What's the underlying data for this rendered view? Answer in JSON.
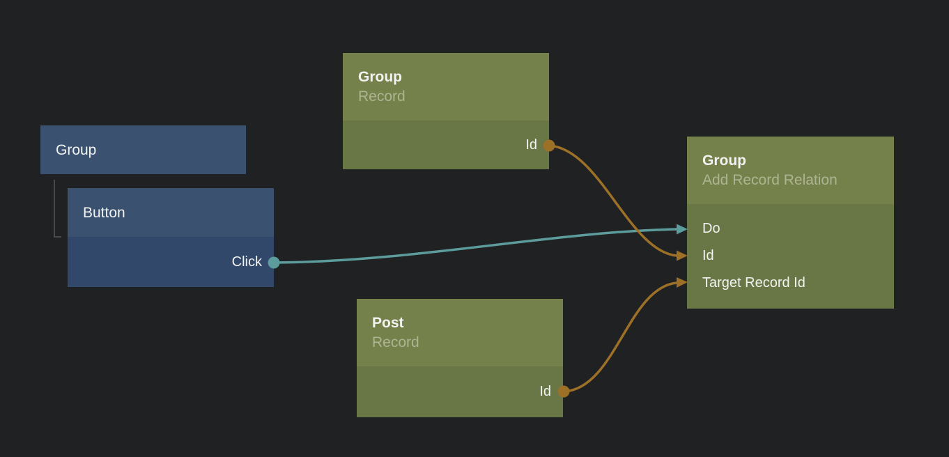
{
  "colors": {
    "background": "#202123",
    "blue_header": "#3a5170",
    "blue_body": "#31486a",
    "green_header": "#75814a",
    "green_body": "#697645",
    "teal": "#5d9c9c",
    "orange": "#9d7027",
    "tree_line": "#49494b",
    "title_text": "#f2f3f1",
    "subtitle_text": "#adb492"
  },
  "nodes": {
    "group": {
      "title": "Group"
    },
    "button": {
      "title": "Button",
      "outputs": {
        "click": "Click"
      }
    },
    "group_record": {
      "title": "Group",
      "subtitle": "Record",
      "outputs": {
        "id": "Id"
      }
    },
    "post_record": {
      "title": "Post",
      "subtitle": "Record",
      "outputs": {
        "id": "Id"
      }
    },
    "add_record_relation": {
      "title": "Group",
      "subtitle": "Add Record Relation",
      "inputs": {
        "do": "Do",
        "id": "Id",
        "target_record_id": "Target Record Id"
      }
    }
  },
  "hierarchy": {
    "parent": "Group",
    "child": "Button"
  },
  "connections": [
    {
      "from": "Button.Click",
      "to": "Group Add Record Relation.Do",
      "color": "#5d9c9c"
    },
    {
      "from": "Group Record.Id",
      "to": "Group Add Record Relation.Id",
      "color": "#9d7027"
    },
    {
      "from": "Post Record.Id",
      "to": "Group Add Record Relation.Target Record Id",
      "color": "#9d7027"
    }
  ]
}
